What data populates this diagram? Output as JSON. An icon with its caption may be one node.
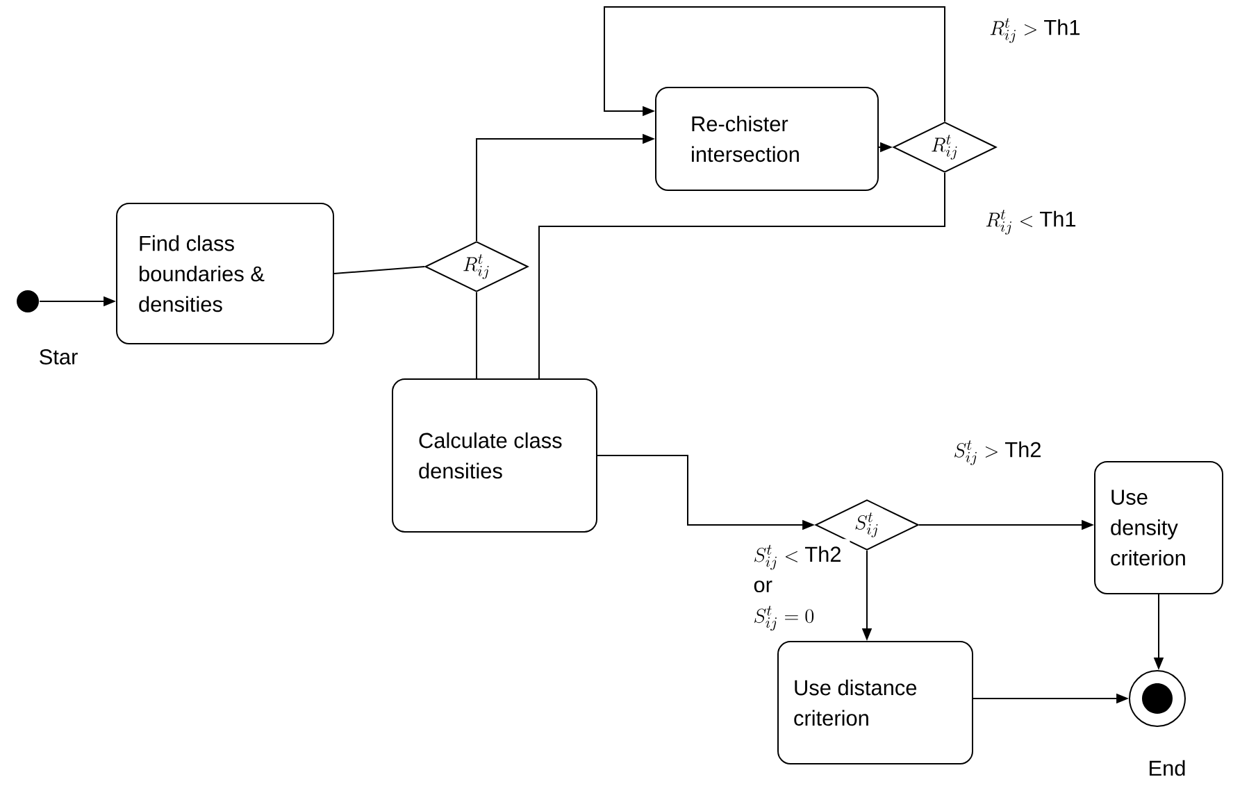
{
  "diagram": {
    "nodes": [
      {
        "text": [],
        "shape": "circle",
        "beside": [
          "Star"
        ]
      },
      {
        "text": [
          "Find class boundaries & densities"
        ]
      },
      {
        "text": [
          "R^{t}_{ij}"
        ]
      },
      {
        "text": [
          "Re-chister intersection"
        ]
      },
      {
        "text": [
          "R^{t}_{ij}"
        ]
      },
      {
        "text": [
          "Calculate class densities"
        ]
      },
      {
        "text": [
          "S^{t}_{ij}"
        ]
      },
      {
        "text": [
          "Use density criterion"
        ]
      },
      {
        "text": [
          "Use distance criterion"
        ]
      },
      {
        "text": [],
        "shape": "circle",
        "beside": [
          "End"
        ]
      }
    ],
    "edges": [
      {
        "from": 0,
        "to": 1,
        "arrow": "to"
      },
      {
        "from": 1,
        "to": 2,
        "arrow": "none"
      },
      {
        "from": 2,
        "to": 3,
        "arrow": "to"
      },
      {
        "from": 4,
        "to": 3,
        "arrow": "to",
        "label": "R^{t}_{ij} > \\mathrm{Th1}"
      },
      {
        "from": 3,
        "to": 4,
        "arrow": "to"
      },
      {
        "from": 4,
        "to": 5,
        "arrow": "none",
        "label": "R^{t}_{ij} < \\mathrm{Th1}"
      },
      {
        "from": 2,
        "to": 5,
        "arrow": "none"
      },
      {
        "from": 5,
        "to": 6,
        "arrow": "to"
      },
      {
        "from": 6,
        "to": 7,
        "arrow": "to",
        "label": "S^{t}_{ij} > \\mathrm{Th2}"
      },
      {
        "from": 6,
        "to": 8,
        "arrow": "to",
        "label": "\\begin{array}{l} S^{t}_{ij} < \\mathrm{Th2} \\\\ \\mathrm{or} \\\\ S^{t}_{ij} = 0 \\end{array}"
      },
      {
        "from": 7,
        "to": 9,
        "arrow": "to"
      },
      {
        "from": 8,
        "to": 9,
        "arrow": "to"
      }
    ]
  }
}
